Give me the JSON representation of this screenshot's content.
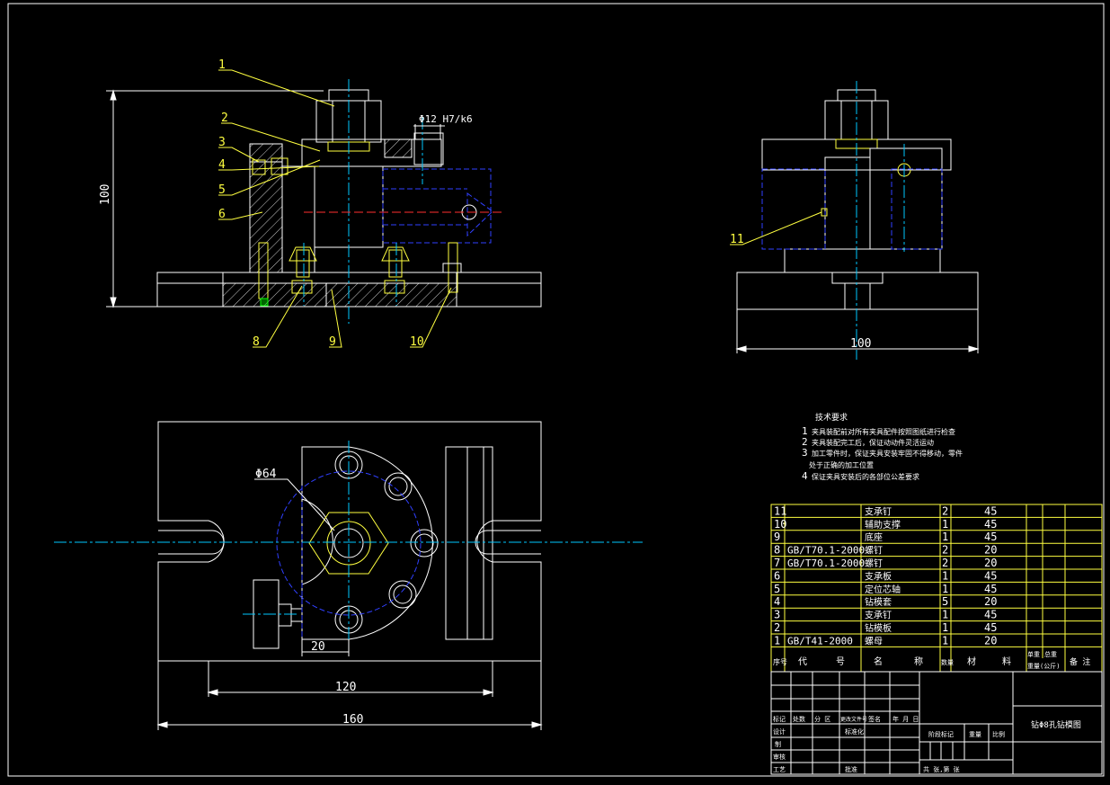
{
  "colors": {
    "background": "#000000",
    "outline": "#ffffff",
    "dimension": "#ffffff",
    "leader": "#ffff40",
    "centerline": "#00c8ff",
    "hidden": "#3040ff",
    "hatch": "#ffffff",
    "table": "#ffff40",
    "green": "#00ff00"
  },
  "front_view": {
    "part_labels": [
      "1",
      "2",
      "3",
      "4",
      "5",
      "6",
      "8",
      "9",
      "10"
    ],
    "dim_height": "100",
    "dim_bore": "Φ12 H7/k6"
  },
  "side_view": {
    "part_label": "11",
    "dim_width": "100"
  },
  "top_view": {
    "dim_diameter": "Φ64",
    "dim_offset": "20",
    "dim_inner": "120",
    "dim_outer": "160"
  },
  "notes": {
    "heading": "技术要求",
    "items": [
      {
        "num": "1",
        "text": "夹具装配前对所有夹具配件按照图纸进行检查"
      },
      {
        "num": "2",
        "text": "夹具装配完工后，保证动动件灵活运动"
      },
      {
        "num": "3",
        "text": "加工零件时，保证夹具安装牢固不得移动，零件"
      },
      {
        "num": "",
        "text": "处于正确的加工位置"
      },
      {
        "num": "4",
        "text": "保证夹具安装后的各部位公差要求"
      }
    ]
  },
  "bom": {
    "rows": [
      {
        "no": "11",
        "code": "",
        "name": "支承钉",
        "qty": "2",
        "mat": "45"
      },
      {
        "no": "10",
        "code": "",
        "name": "辅助支撑",
        "qty": "1",
        "mat": "45"
      },
      {
        "no": "9",
        "code": "",
        "name": "底座",
        "qty": "1",
        "mat": "45"
      },
      {
        "no": "8",
        "code": "GB/T70.1-2000",
        "name": "螺钉",
        "qty": "2",
        "mat": "20"
      },
      {
        "no": "7",
        "code": "GB/T70.1-2000",
        "name": "螺钉",
        "qty": "2",
        "mat": "20"
      },
      {
        "no": "6",
        "code": "",
        "name": "支承板",
        "qty": "1",
        "mat": "45"
      },
      {
        "no": "5",
        "code": "",
        "name": "定位芯轴",
        "qty": "1",
        "mat": "45"
      },
      {
        "no": "4",
        "code": "",
        "name": "钻模套",
        "qty": "5",
        "mat": "20"
      },
      {
        "no": "3",
        "code": "",
        "name": "支承钉",
        "qty": "1",
        "mat": "45"
      },
      {
        "no": "2",
        "code": "",
        "name": "钻模板",
        "qty": "1",
        "mat": "45"
      },
      {
        "no": "1",
        "code": "GB/T41-2000",
        "name": "螺母",
        "qty": "1",
        "mat": "20"
      }
    ],
    "header": {
      "no": "序号",
      "code": "代",
      "code2": "号",
      "name": "名",
      "name2": "称",
      "qty": "数量",
      "mat": "材",
      "mat2": "料",
      "w1": "单重",
      "w2": "总重",
      "w3": "重量(公斤)",
      "remark": "备 注"
    }
  },
  "title_block": {
    "drawing_title": "钻Φ8孔钻模图",
    "r1": [
      "标记",
      "处数",
      "分 区",
      "更改文件号",
      "签名",
      "年 月 日"
    ],
    "design": "设计",
    "standard": "标准化",
    "drawn": "制",
    "check": "审核",
    "process": "工艺",
    "approve": "批准",
    "stage_label": "阶段标记",
    "weight_label": "重量",
    "scale_label": "比例",
    "sheets": "共   张,第    张"
  }
}
